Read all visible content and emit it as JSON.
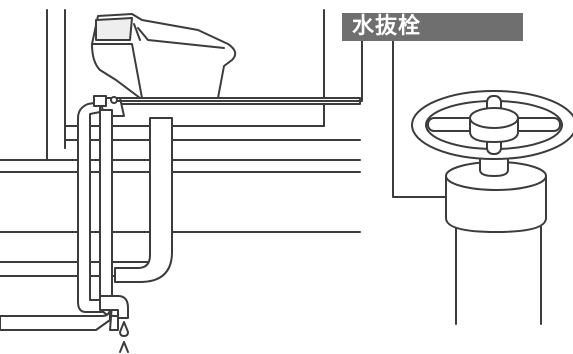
{
  "callout": {
    "label": "水抜栓",
    "box_color": "#6f6f6f",
    "text_color": "#ffffff"
  },
  "icons": {
    "toilet": "toilet-illustration",
    "valve": "water-drain-valve",
    "pipe": "supply-pipe",
    "drops": "water-drop-icon"
  }
}
